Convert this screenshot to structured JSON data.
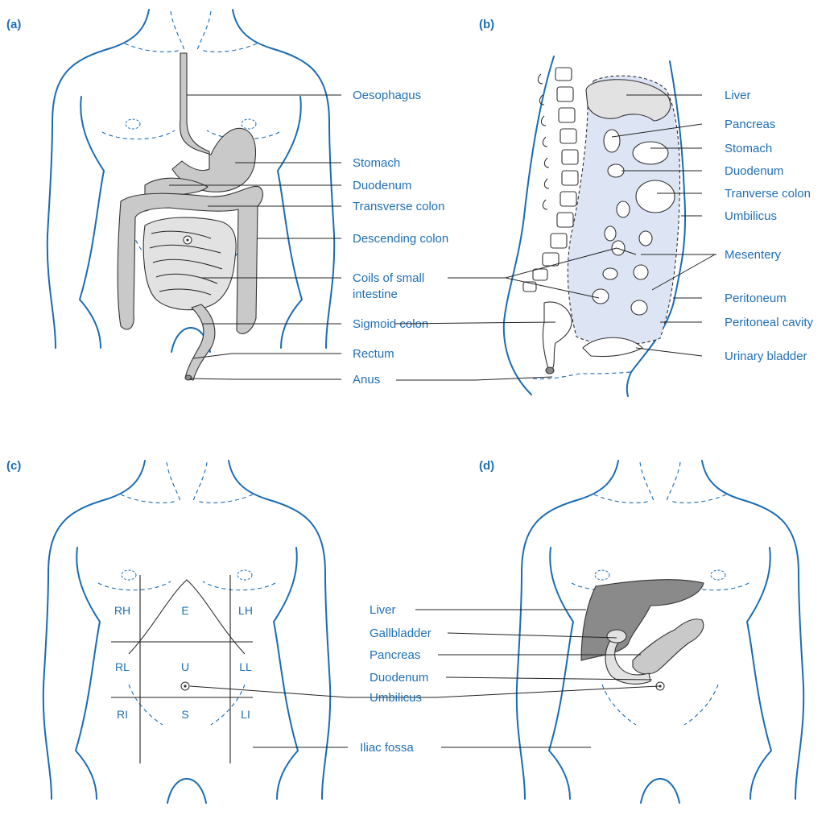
{
  "panels": {
    "a": {
      "tag": "(a)",
      "labels": [
        "Oesophagus",
        "Stomach",
        "Duodenum",
        "Transverse colon",
        "Descending colon",
        "Coils of small",
        "intestine",
        "Sigmoid colon",
        "Rectum",
        "Anus"
      ]
    },
    "b": {
      "tag": "(b)",
      "labels": [
        "Liver",
        "Pancreas",
        "Stomach",
        "Duodenum",
        "Tranverse colon",
        "Umbilicus",
        "Mesentery",
        "Peritoneum",
        "Peritoneal cavity",
        "Urinary bladder"
      ]
    },
    "c": {
      "tag": "(c)",
      "regions": [
        "RH",
        "E",
        "LH",
        "RL",
        "U",
        "LL",
        "RI",
        "S",
        "LI"
      ],
      "labels": [
        "Umbilicus",
        "Iliac fossa"
      ]
    },
    "d": {
      "tag": "(d)",
      "labels": [
        "Liver",
        "Gallbladder",
        "Pancreas",
        "Duodenum"
      ]
    }
  },
  "colors": {
    "label": "#1f6fb5",
    "outline": "#1a6bb3",
    "cavity": "#dde5f5",
    "organ": "#c9c9c9",
    "liver": "#8a8a8a"
  }
}
